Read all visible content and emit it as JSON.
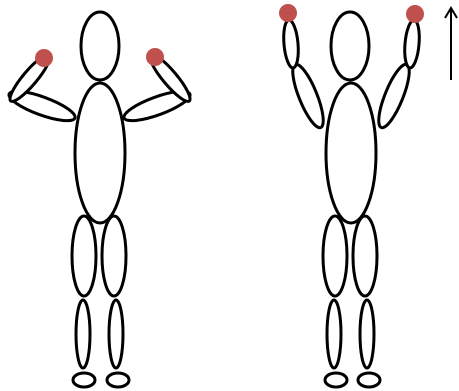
{
  "figures": [
    {
      "name": "figure-arms-bent",
      "pose": "arms-bent-at-shoulder-height"
    },
    {
      "name": "figure-arms-raised",
      "pose": "arms-raised-overhead"
    }
  ],
  "colors": {
    "outline": "#000000",
    "fill": "#ffffff",
    "hands": "#c0504d"
  },
  "arrow": {
    "direction": "up"
  }
}
